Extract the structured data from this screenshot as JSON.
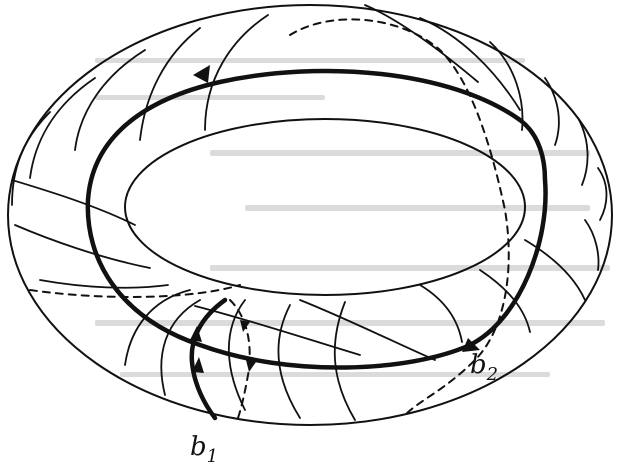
{
  "figure": {
    "labels": {
      "b1": {
        "letter": "b",
        "subscript": "1"
      },
      "b2": {
        "letter": "b",
        "subscript": "2"
      }
    },
    "ink_color": "#111111",
    "background_color": "#ffffff"
  }
}
